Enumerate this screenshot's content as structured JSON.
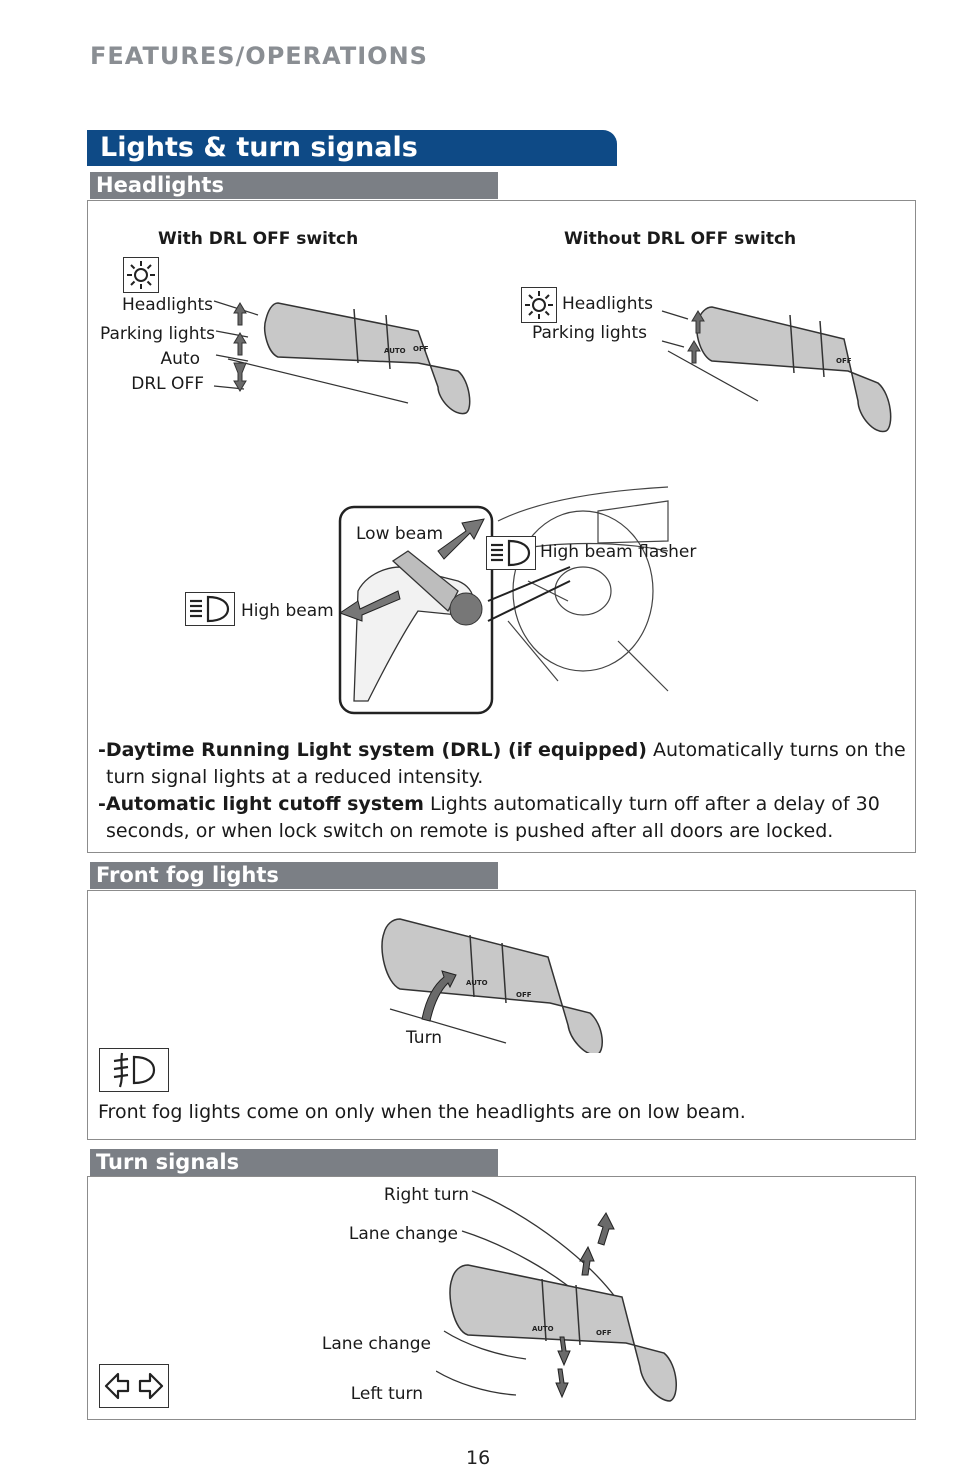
{
  "header": {
    "section": "FEATURES/OPERATIONS"
  },
  "banner": {
    "title": "Lights & turn signals"
  },
  "headlights": {
    "title": "Headlights",
    "with_drl": {
      "heading": "With DRL OFF switch",
      "labels": {
        "headlights": "Headlights",
        "parking": "Parking lights",
        "auto": "Auto",
        "drl_off": "DRL OFF"
      }
    },
    "without_drl": {
      "heading": "Without DRL OFF switch",
      "labels": {
        "headlights": "Headlights",
        "parking": "Parking lights"
      }
    },
    "beam": {
      "low": "Low beam",
      "high": "High beam",
      "flasher": "High beam flasher"
    },
    "notes": [
      {
        "term": "-Daytime Running Light system (DRL) (if equipped)",
        "text": " Automatically turns on the turn signal lights at a reduced intensity."
      },
      {
        "term": "-Automatic light cutoff system",
        "text": " Lights automatically turn off after a delay of 30 seconds, or when lock switch on remote is pushed after all doors are locked."
      }
    ]
  },
  "fog": {
    "title": "Front fog lights",
    "turn_label": "Turn",
    "note": "Front fog lights come on only when the headlights are on low beam."
  },
  "turn_signals": {
    "title": "Turn signals",
    "labels": {
      "right_turn": "Right turn",
      "lane_change_up": "Lane change",
      "lane_change_down": "Lane change",
      "left_turn": "Left turn"
    }
  },
  "footer": {
    "page_number": "16"
  },
  "colors": {
    "banner": "#0e4a86",
    "section_label": "#7b7f85",
    "header_text": "#8a8e93"
  }
}
